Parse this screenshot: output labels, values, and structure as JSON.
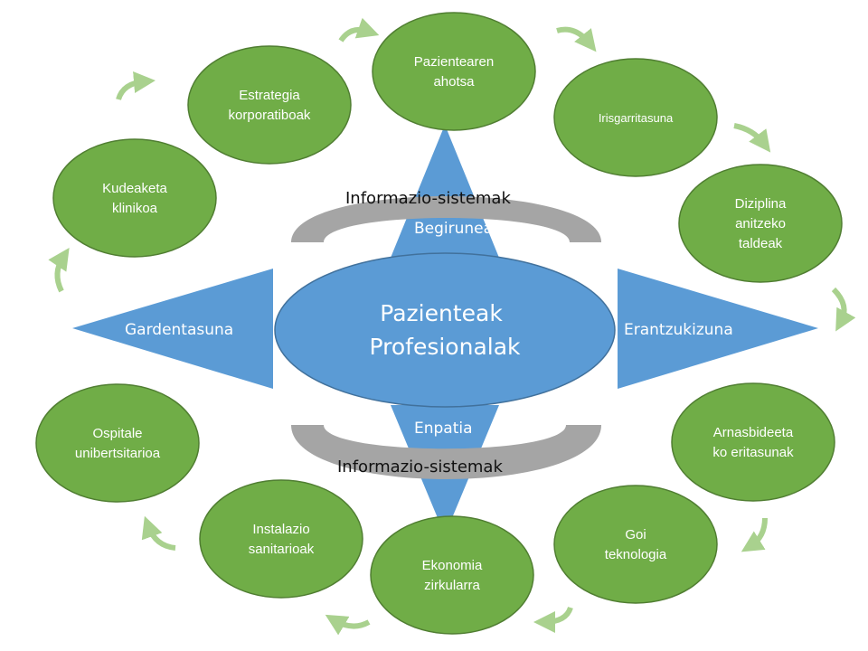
{
  "colors": {
    "circle_fill": "#70ad47",
    "circle_stroke": "#507e32",
    "triangle_fill": "#5b9bd5",
    "ring_fill": "#a5a5a5",
    "arrow_fill": "#a9d18e"
  },
  "center": {
    "line1": "Pazienteak",
    "line2": "Profesionalak"
  },
  "axes": {
    "top": "Begirunea",
    "bottom": "Enpatia",
    "left": "Gardentasuna",
    "right": "Erantzukizuna"
  },
  "rings": {
    "top": "Informazio-sistemak",
    "bottom": "Informazio-sistemak"
  },
  "circles": [
    {
      "id": "pazientearen-ahotsa",
      "lines": [
        "Pazientearen",
        "ahotsa"
      ]
    },
    {
      "id": "irisgarritasuna",
      "lines": [
        "Irisgarritasuna"
      ]
    },
    {
      "id": "diziplina-anitzeko-taldeak",
      "lines": [
        "Diziplina",
        "anitzeko",
        "taldeak"
      ]
    },
    {
      "id": "arnasbideetako-eritasunak",
      "lines": [
        "Arnasbideeta",
        "ko eritasunak"
      ]
    },
    {
      "id": "goi-teknologia",
      "lines": [
        "Goi",
        "teknologia"
      ]
    },
    {
      "id": "ekonomia-zirkularra",
      "lines": [
        "Ekonomia",
        "zirkularra"
      ]
    },
    {
      "id": "instalazio-sanitarioak",
      "lines": [
        "Instalazio",
        "sanitarioak"
      ]
    },
    {
      "id": "ospitale-unibertsitarioa",
      "lines": [
        "Ospitale",
        "unibertsitarioa"
      ]
    },
    {
      "id": "kudeaketa-klinikoa",
      "lines": [
        "Kudeaketa",
        "klinikoa"
      ]
    },
    {
      "id": "estrategia-korporatiboak",
      "lines": [
        "Estrategia",
        "korporatiboak"
      ]
    }
  ]
}
